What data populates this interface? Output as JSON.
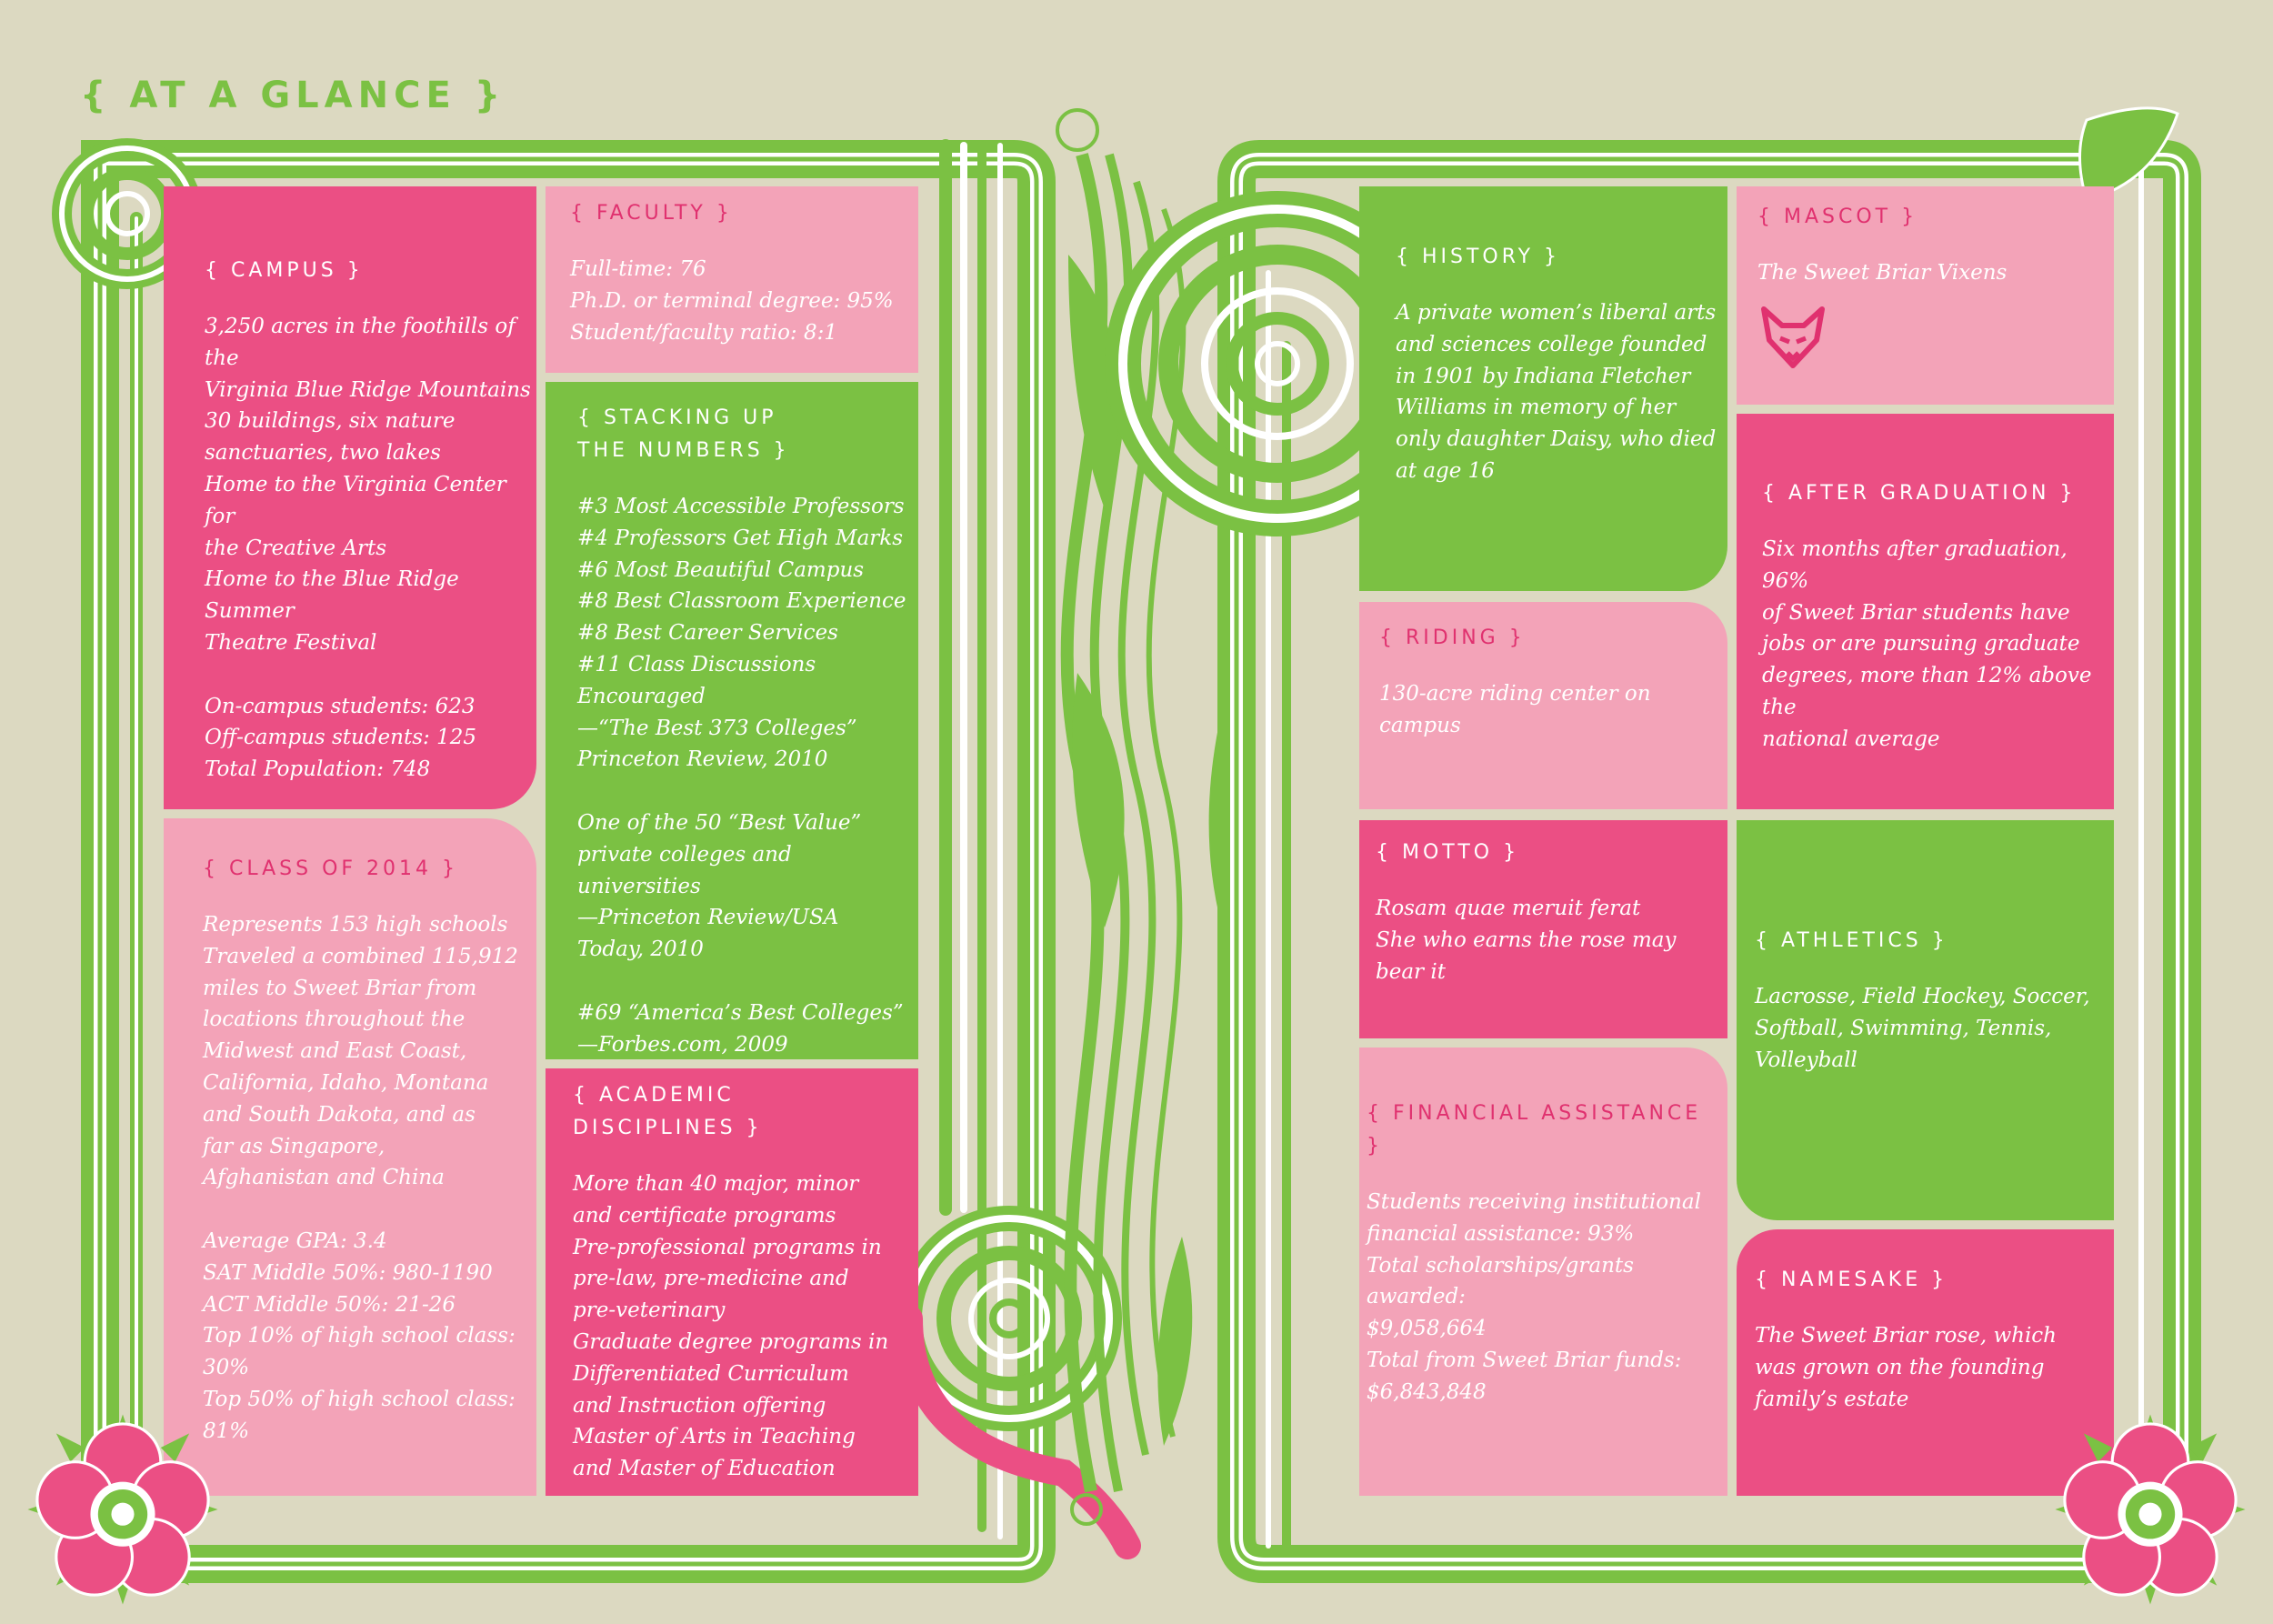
{
  "title": "{ AT A GLANCE }",
  "colors": {
    "background": "#dcd9c1",
    "green": "#7bc143",
    "hot_pink": "#eb4f84",
    "light_pink": "#f3a3b8",
    "white": "#ffffff"
  },
  "icons": [
    "leaf-icon",
    "fox-icon",
    "rose-flower-icon",
    "scroll-ornament"
  ],
  "panels": {
    "campus": {
      "heading": "{ CAMPUS }",
      "body": "3,250 acres in the foothills of the\n Virginia Blue Ridge Mountains\n30 buildings, six nature\n sanctuaries, two lakes\nHome to the Virginia Center for\n the Creative Arts\nHome to the Blue Ridge Summer\n Theatre Festival\n\nOn-campus students: 623\nOff-campus students: 125\nTotal Population: 748"
    },
    "faculty": {
      "heading": "{ FACULTY }",
      "body": "Full-time: 76\nPh.D. or terminal degree: 95%\nStudent/faculty ratio: 8:1"
    },
    "stacking": {
      "heading": "{ STACKING UP\n THE NUMBERS }",
      "body": "#3 Most Accessible Professors\n#4 Professors Get High Marks\n#6 Most Beautiful Campus\n#8 Best Classroom Experience\n#8 Best Career Services\n#11 Class Discussions\n Encouraged\n—“The Best 373 Colleges”\n Princeton Review, 2010\n\nOne of the 50 “Best Value”\n private colleges and universities\n—Princeton Review/USA\n Today, 2010\n\n#69 “America’s Best Colleges”\n—Forbes.com, 2009"
    },
    "class2014": {
      "heading": "{ CLASS OF 2014 }",
      "body": "Represents 153 high schools\nTraveled a combined 115,912\n miles to Sweet Briar from\n locations throughout the\n Midwest and East Coast,\n California, Idaho, Montana\n and South Dakota, and as\n far as Singapore,\n Afghanistan and China\n\nAverage GPA: 3.4\nSAT Middle 50%: 980-1190\nACT Middle 50%: 21-26\nTop 10% of high school class: 30%\nTop 50% of high school class: 81%"
    },
    "academic": {
      "heading": "{ ACADEMIC\n DISCIPLINES }",
      "body": "More than 40 major, minor\n and certificate programs\nPre-professional programs in\n pre-law, pre-medicine and\n pre-veterinary\nGraduate degree programs in\n Differentiated Curriculum\n and Instruction offering\n Master of Arts in Teaching\n and Master of Education"
    },
    "history": {
      "heading": "{ HISTORY }",
      "body": "A private women’s liberal arts\n and sciences college founded\n in 1901 by Indiana Fletcher\n Williams in memory of her\n only daughter Daisy, who died\n at age 16"
    },
    "mascot": {
      "heading": "{ MASCOT }",
      "body": "The Sweet Briar Vixens"
    },
    "riding": {
      "heading": "{ RIDING }",
      "body": "130-acre riding center on campus"
    },
    "after": {
      "heading": "{ AFTER GRADUATION }",
      "body": "Six months after graduation, 96%\n of Sweet Briar students have\n jobs or are pursuing graduate\n degrees, more than 12% above the\n national average"
    },
    "motto": {
      "heading": "{ MOTTO }",
      "body": "Rosam quae meruit ferat\nShe who earns the rose may\n bear it"
    },
    "athletics": {
      "heading": "{ ATHLETICS }",
      "body": "Lacrosse, Field Hockey, Soccer,\n Softball, Swimming, Tennis,\n Volleyball"
    },
    "financial": {
      "heading": "{ FINANCIAL ASSISTANCE }",
      "body": "Students receiving institutional\n financial assistance: 93%\nTotal scholarships/grants awarded:\n $9,058,664\nTotal from Sweet Briar funds:\n $6,843,848"
    },
    "namesake": {
      "heading": "{ NAMESAKE }",
      "body": "The Sweet Briar rose, which\n was grown on the founding\n family’s estate"
    }
  }
}
